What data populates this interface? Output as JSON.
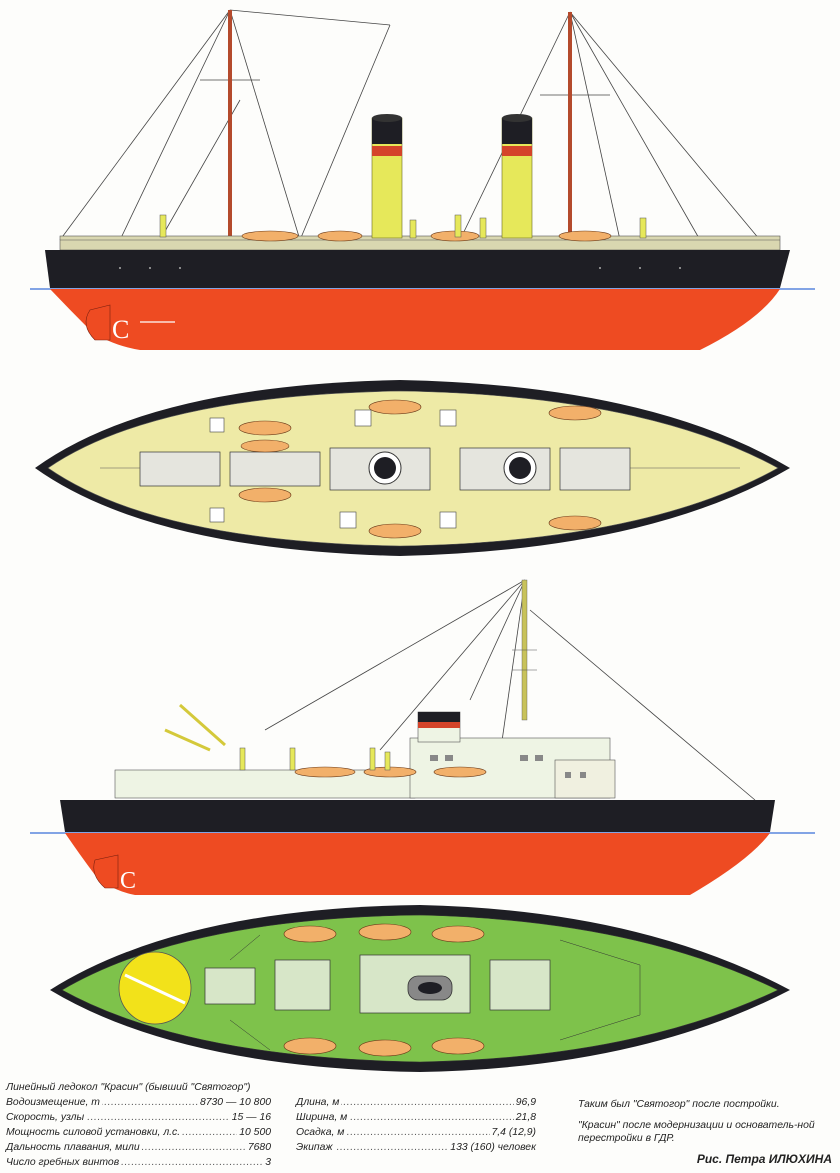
{
  "specs_title": "Линейный ледокол \"Красин\" (бывший \"Святогор\")",
  "left_specs": [
    {
      "label": "Водоизмещение, т",
      "value": "8730 — 10 800"
    },
    {
      "label": "Скорость, узлы",
      "value": "15 — 16"
    },
    {
      "label": "Мощность силовой установки, л.с.",
      "value": "10 500"
    },
    {
      "label": "Дальность плавания, мили",
      "value": "7680"
    },
    {
      "label": "Число гребных винтов",
      "value": "3"
    }
  ],
  "middle_specs": [
    {
      "label": "Длина, м",
      "value": "96,9"
    },
    {
      "label": "Ширина, м",
      "value": "21,8"
    },
    {
      "label": "Осадка, м",
      "value": "7,4 (12,9)"
    },
    {
      "label": "Экипаж",
      "value": "133 (160) человек"
    }
  ],
  "caption_original": "Таким был \"Святогор\" после постройки.",
  "caption_modern": "\"Красин\" после модернизации и основатель-ной перестройки в ГДР.",
  "credit": "Рис. Петра ИЛЮХИНА",
  "colors": {
    "hull_black": "#1e1e24",
    "hull_red": "#ee4b22",
    "deck_yellow": "#eeeaa6",
    "deck_green": "#7ec24b",
    "funnel_yellow": "#e6e85a",
    "waterline": "#3a6fd8"
  }
}
